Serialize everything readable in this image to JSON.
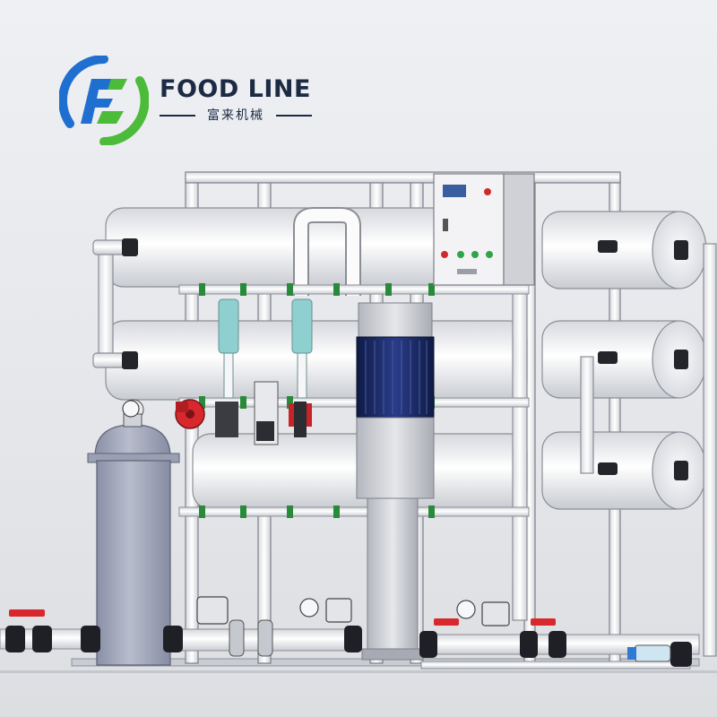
{
  "brand": {
    "name": "FOOD LINE",
    "subtitle": "富来机械",
    "colors": {
      "blue": "#1f6fd1",
      "green": "#4cbb3a",
      "text": "#1c2a44"
    }
  },
  "scene": {
    "description_icon": "reverse-osmosis-water-treatment-plant",
    "colors": {
      "frame": "#e4e6ea",
      "membrane": "#f4f4f6",
      "pump_motor": "#1c2c6a",
      "valve_red": "#d8282d",
      "filter_tank": "#9ea4b8",
      "flowmeter": "#8ecfcf"
    }
  }
}
